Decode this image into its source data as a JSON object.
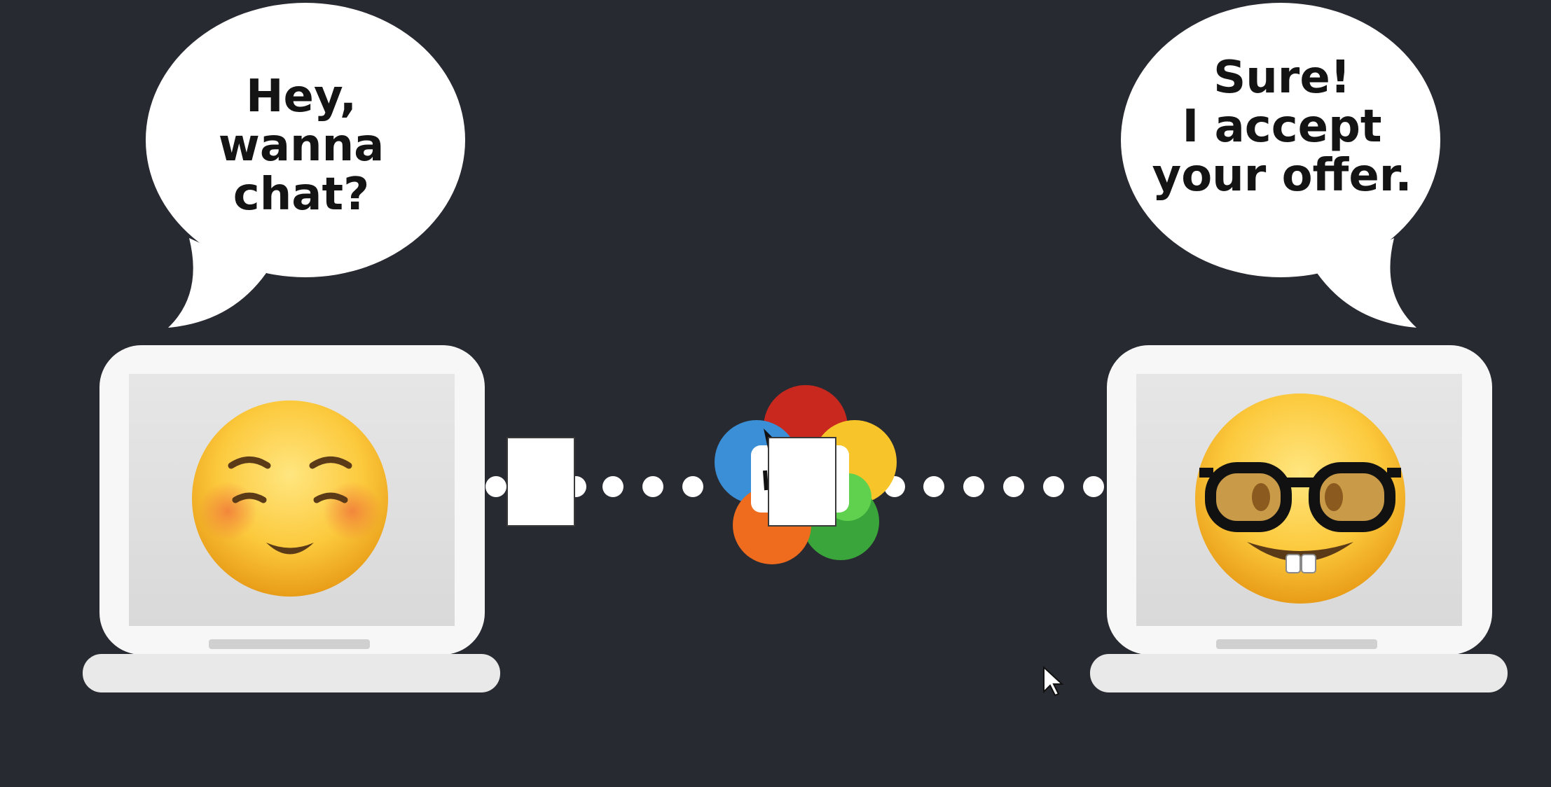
{
  "left_speech": {
    "lines": [
      "Hey,",
      "wanna",
      "chat?"
    ]
  },
  "right_speech": {
    "lines": [
      "Sure!",
      "I accept",
      "your offer."
    ]
  },
  "icons": {
    "left_face": "smiling-face-with-blush-icon",
    "right_face": "nerd-face-icon",
    "center_logo": "webrtc-logo-icon",
    "cursor": "mouse-cursor-icon"
  },
  "colors": {
    "background": "#282a32",
    "logo_red": "#c8281d",
    "logo_blue": "#3a8fd6",
    "logo_yellow": "#f7c52a",
    "logo_orange": "#ef6b1e",
    "logo_green": "#3aa53a",
    "logo_light_green": "#5fd14e"
  }
}
